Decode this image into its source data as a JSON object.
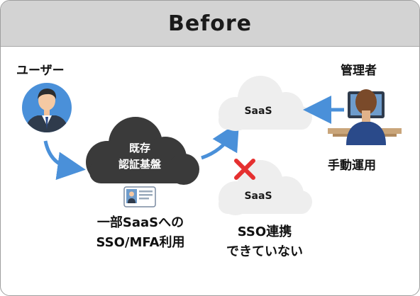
{
  "header": {
    "title": "Before"
  },
  "user": {
    "label": "ユーザー"
  },
  "admin": {
    "label": "管理者",
    "caption": "手動運用"
  },
  "auth_platform": {
    "line1": "既存",
    "line2": "認証基盤"
  },
  "saas_connected": {
    "label": "SaaS"
  },
  "saas_disconnected": {
    "label": "SaaS"
  },
  "notes": {
    "partial_line1": "一部SaaSへの",
    "partial_line2": "SSO/MFA利用",
    "no_sso_line1": "SSO連携",
    "no_sso_line2": "できていない"
  },
  "colors": {
    "accent_blue": "#4a90d9",
    "dark_cloud": "#3a3a3a",
    "light_cloud": "#eeeeee",
    "error_red": "#e53030"
  },
  "icons": [
    "user-avatar-icon",
    "admin-at-desk-icon",
    "id-card-icon",
    "cross-icon"
  ]
}
